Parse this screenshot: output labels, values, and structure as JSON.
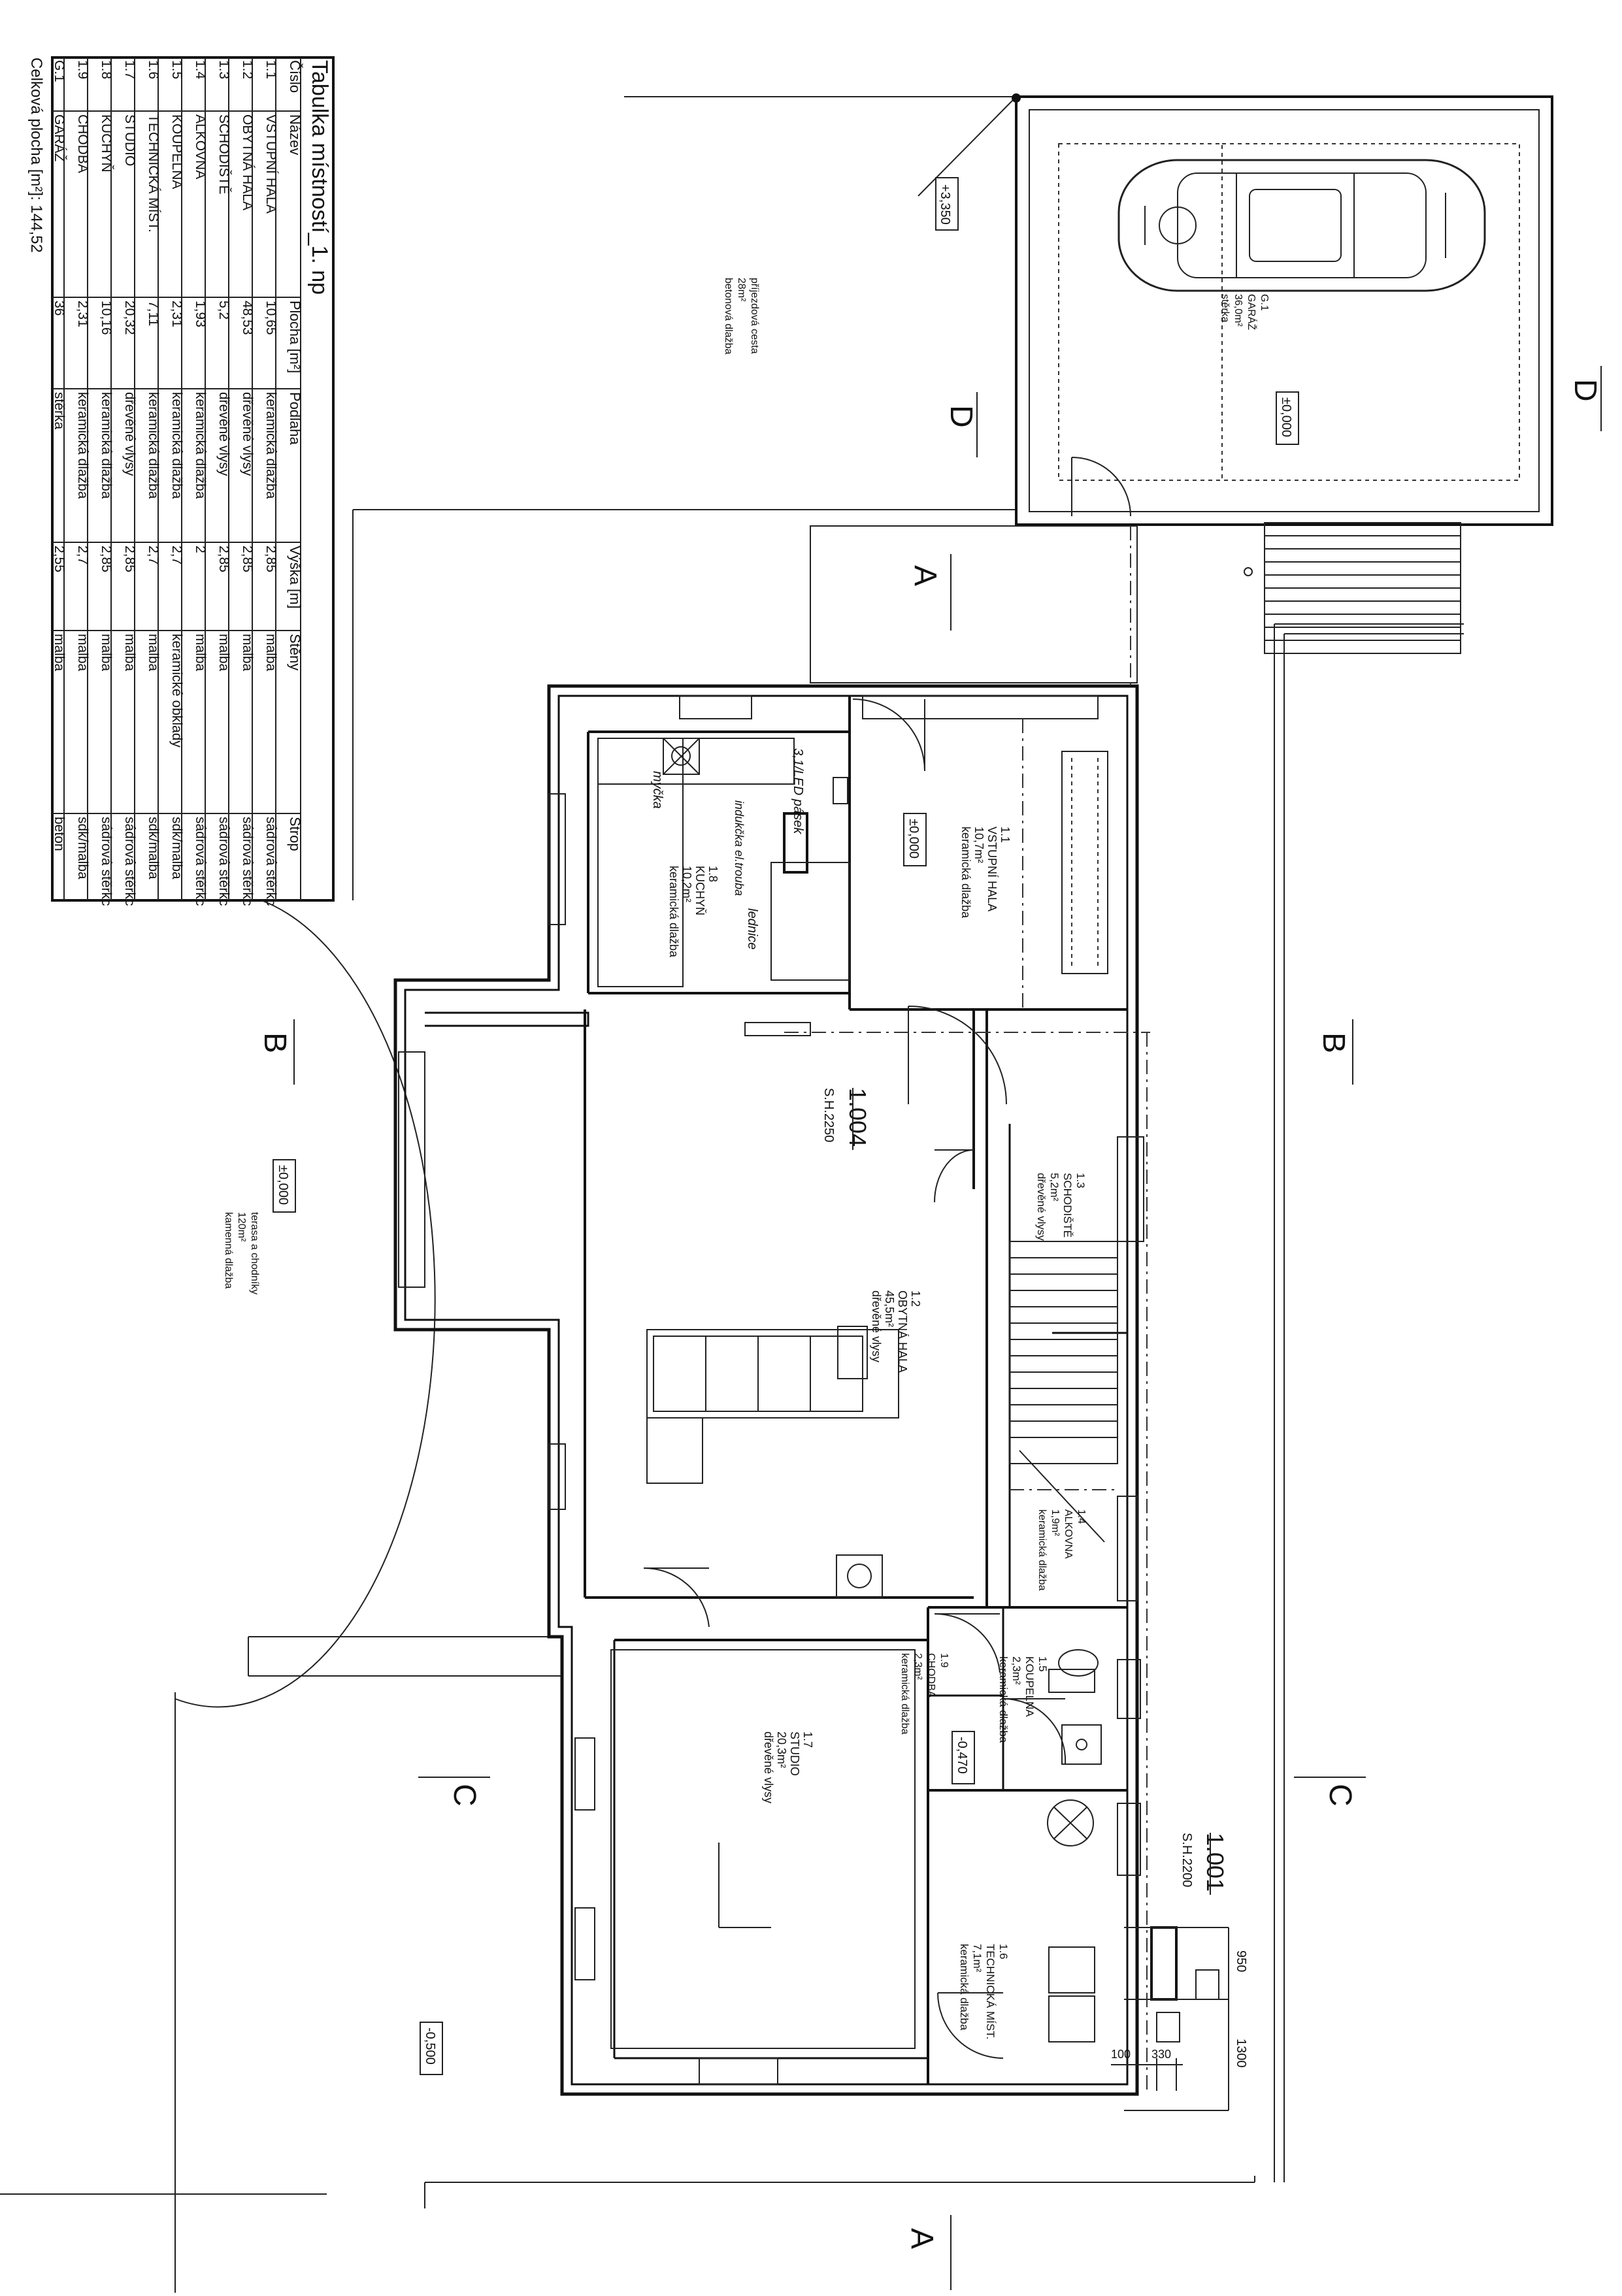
{
  "room_table": {
    "title": "Tabulka místností_1. np",
    "headers": [
      "Číslo",
      "Název",
      "Plocha [m²]",
      "Podlaha",
      "Výška [m]",
      "Stěny",
      "Strop"
    ],
    "rows": [
      [
        "1.1",
        "VSTUPNÍ HALA",
        "10,65",
        "keramická dlažba",
        "2,85",
        "malba",
        "sádrová stěrkc"
      ],
      [
        "1.2",
        "OBYTNÁ HALA",
        "48,53",
        "dřevěné vlysy",
        "2,85",
        "malba",
        "sádrová stěrkc"
      ],
      [
        "1.3",
        "SCHODIŠTĚ",
        "5,2",
        "dřevěné vlysy",
        "2,85",
        "malba",
        "sádrová stěrkc"
      ],
      [
        "1.4",
        "ALKOVNA",
        "1,93",
        "keramická dlažba",
        "2",
        "malba",
        "sádrová stěrkc"
      ],
      [
        "1.5",
        "KOUPELNA",
        "2,31",
        "keramická dlažba",
        "2,7",
        "keramické obklady",
        "sdk/malba"
      ],
      [
        "1.6",
        "TECHNICKÁ MÍST.",
        "7,11",
        "keramická dlažba",
        "2,7",
        "malba",
        "sdk/malba"
      ],
      [
        "1.7",
        "STUDIO",
        "20,32",
        "dřevěné vlysy",
        "2,85",
        "malba",
        "sádrová stěrkc"
      ],
      [
        "1.8",
        "KUCHYŇ",
        "10,16",
        "keramická dlažba",
        "2,85",
        "malba",
        "sádrová stěrkc"
      ],
      [
        "1.9",
        "CHODBA",
        "2,31",
        "keramická dlažba",
        "2,7",
        "malba",
        "sdk/malba"
      ],
      [
        "G.1",
        "GARÁŽ",
        "36",
        "stěrka",
        "2,55",
        "malba",
        "beton"
      ]
    ],
    "total": "Celková plocha [m²]: 144,52"
  },
  "rooms": {
    "hall": [
      "1.1",
      "VSTUPNÍ HALA",
      "10,7m²",
      "keramická dlažba"
    ],
    "kitchen": [
      "1.8",
      "KUCHYŇ",
      "10,2m²",
      "keramická dlažba"
    ],
    "living": [
      "1.2",
      "OBYTNÁ HALA",
      "45,5m²",
      "dřevěné vlysy"
    ],
    "stairs": [
      "1.3",
      "SCHODIŠTĚ",
      "5,2m²",
      "dřevěné vlysy"
    ],
    "alcove": [
      "1.4",
      "ALKOVNA",
      "1,9m²",
      "keramická dlažba"
    ],
    "bath": [
      "1.5",
      "KOUPELNA",
      "2,3m²",
      "keramická dlažba"
    ],
    "corridor": [
      "1.9",
      "CHODBA",
      "2,3m²",
      "keramická dlažba"
    ],
    "studio": [
      "1.7",
      "STUDIO",
      "20,3m²",
      "dřevěné vlysy"
    ],
    "tech": [
      "1.6",
      "TECHNICKÁ MÍST.",
      "7,1m²",
      "keramická dlažba"
    ],
    "garage": [
      "G.1",
      "GARÁŽ",
      "36,0m²",
      "stěrka"
    ],
    "driveway": [
      "příjezdová cesta",
      "28m²",
      "betonová dlažba"
    ],
    "terrace": [
      "terasa a chodníky",
      "120m²",
      "kamenná dlažba"
    ]
  },
  "levels": {
    "roof": "+3,350",
    "garage": "±0,000",
    "hall": "±0,000",
    "terrace": "±0,000",
    "corridor": "-0,470",
    "exterior": "-0,500"
  },
  "appliance_labels": {
    "dishwasher": "myčka",
    "fridge": "lednice",
    "hob": "indukčka el.trouba",
    "led_strip": "3,1/LED pásek"
  },
  "windows": {
    "w1004_id": "1.004",
    "w1004_sill": "S.H.2250",
    "w1001_id": "1.001",
    "w1001_sill": "S.H.2200"
  },
  "dimensions": {
    "d950": "950",
    "d1300": "1300",
    "d100": "100",
    "d330": "330"
  },
  "section_marks": {
    "A": "A",
    "B": "B",
    "C": "C",
    "D": "D"
  }
}
